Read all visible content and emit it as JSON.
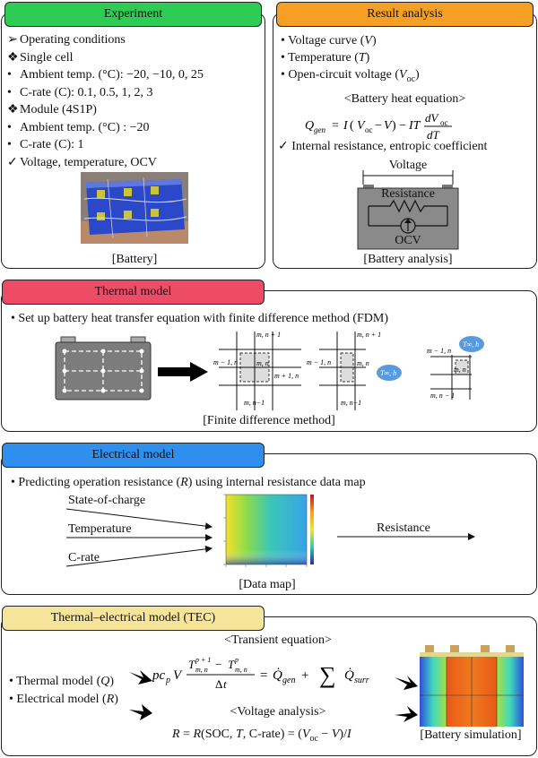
{
  "experiment": {
    "title": "Experiment",
    "lines": [
      {
        "bullet": "➢",
        "text": "Operating conditions"
      },
      {
        "bullet": "❖",
        "text": "Single cell"
      },
      {
        "bullet": "•",
        "text": "Ambient temp. (°C): −20, −10, 0, 25"
      },
      {
        "bullet": "•",
        "text": "C-rate (C): 0.1, 0.5, 1, 2, 3"
      },
      {
        "bullet": "❖",
        "text": "Module (4S1P)"
      },
      {
        "bullet": "•",
        "text": "Ambient temp. (°C) : −20"
      },
      {
        "bullet": "•",
        "text": "C-rate (C): 1"
      },
      {
        "bullet": "✓",
        "text": "Voltage, temperature, OCV"
      }
    ],
    "caption": "[Battery]"
  },
  "result": {
    "title": "Result analysis",
    "b1": "Voltage curve (",
    "b1v": "V",
    "b2": "Temperature (",
    "b2v": "T",
    "b3": "Open-circuit voltage (",
    "b3v": "V",
    "b3sub": "oc",
    "close": ")",
    "heat_title": "<Battery heat equation>",
    "check": "Internal resistance, entropic coefficient",
    "voltage_label": "Voltage",
    "resistance_label": "Resistance",
    "ocv_label": "OCV",
    "caption": "[Battery analysis]"
  },
  "thermal": {
    "title": "Thermal model",
    "bullet": "Set up battery heat transfer equation with finite difference method (FDM)",
    "caption": "[Finite difference method]",
    "g1": [
      "m, n + 1",
      "m − 1, n",
      "m, n",
      "m + 1, n",
      "m, n−1"
    ],
    "g2": [
      "m, n + 1",
      "m − 1, n",
      "m, n",
      "m, n−1",
      "T∞, h"
    ],
    "g3": [
      "m − 1, n",
      "m, n",
      "m, n − 1",
      "T∞, h"
    ]
  },
  "electrical": {
    "title": "Electrical model",
    "bullet_pre": "Predicting operation resistance (",
    "bullet_var": "R",
    "bullet_post": ") using internal resistance data map",
    "inputs": [
      "State-of-charge",
      "Temperature",
      "C-rate"
    ],
    "output": "Resistance",
    "caption": "[Data map]"
  },
  "tec": {
    "title": "Thermal–electrical model (TEC)",
    "transient": "<Transient equation>",
    "thermal_pre": "Thermal model (",
    "thermal_var": "Q",
    "elec_pre": "Electrical model (",
    "elec_var": "R",
    "close": ")",
    "voltage_title": "<Voltage analysis>",
    "voltage_eq": "R = R(SOC, T, C-rate) = (V",
    "voltage_eq2": " − V)/I",
    "caption": "[Battery simulation]"
  },
  "colors": {
    "experiment_tab": "#2ecc55",
    "result_tab": "#f5a025",
    "thermal_tab": "#ee4c66",
    "electrical_tab": "#2f8fef",
    "tec_tab": "#f6e49a"
  }
}
